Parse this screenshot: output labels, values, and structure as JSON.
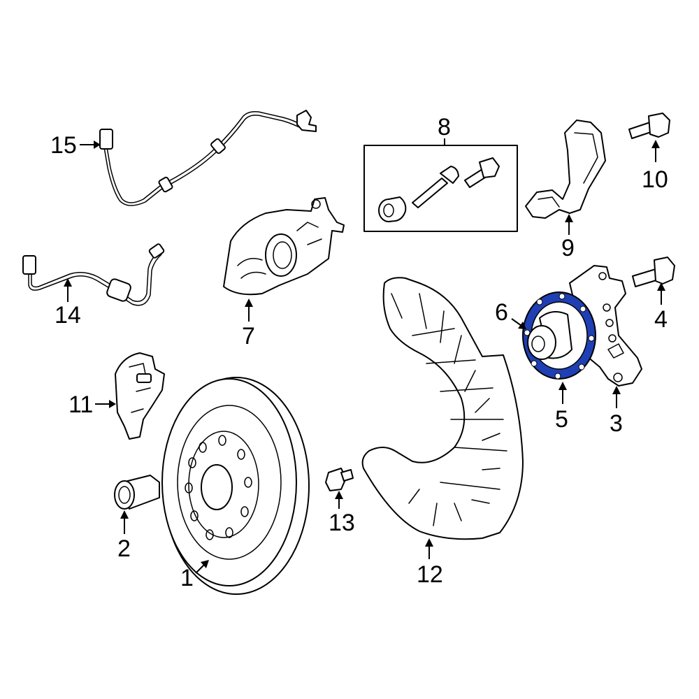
{
  "diagram": {
    "highlight_color": "#1f3fb4",
    "callouts": {
      "c1": "1",
      "c2": "2",
      "c3": "3",
      "c4": "4",
      "c5": "5",
      "c6": "6",
      "c7": "7",
      "c8": "8",
      "c9": "9",
      "c10": "10",
      "c11": "11",
      "c12": "12",
      "c13": "13",
      "c14": "14",
      "c15": "15"
    }
  }
}
